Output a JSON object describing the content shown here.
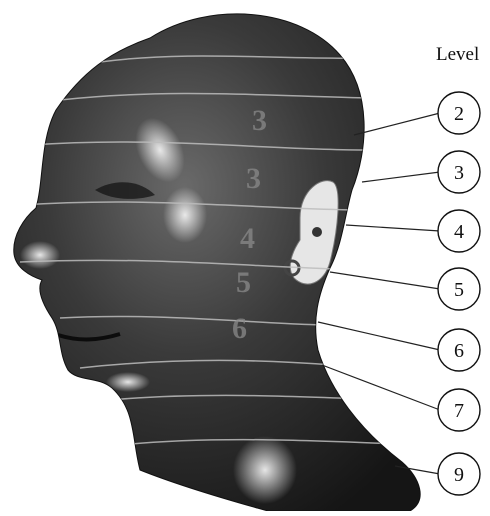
{
  "legend": {
    "title": "Level",
    "circles": [
      {
        "label": "2"
      },
      {
        "label": "3"
      },
      {
        "label": "4"
      },
      {
        "label": "5"
      },
      {
        "label": "6"
      },
      {
        "label": "7"
      },
      {
        "label": "9"
      }
    ]
  },
  "head_levels": [
    "3",
    "3",
    "4",
    "5",
    "6"
  ],
  "colors": {
    "head_dark": "#1e1e1e",
    "head_mid": "#5a5a5a",
    "highlight": "#d8d8d8",
    "band_line": "#bdbdbd",
    "leader_line": "#222222",
    "circle_stroke": "#111111"
  }
}
